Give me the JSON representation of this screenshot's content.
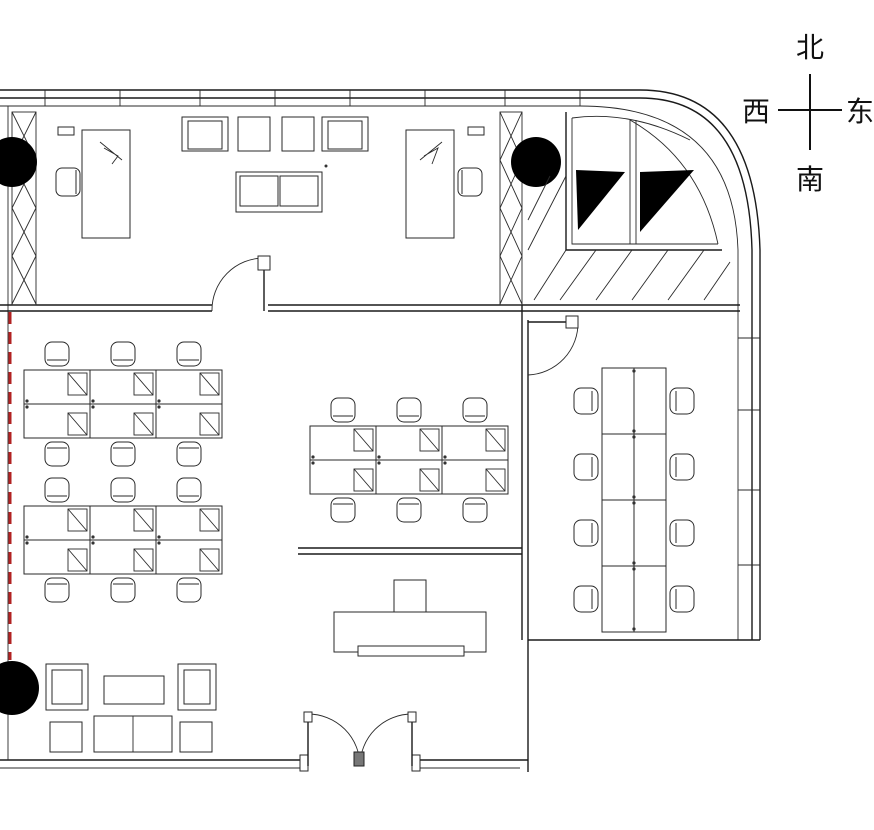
{
  "compass": {
    "north": "北",
    "south": "南",
    "west": "西",
    "east": "东"
  },
  "colors": {
    "line": "#1a1a1a",
    "column": "#000000",
    "dashed_boundary": "#b22222"
  },
  "icons": [
    "compass-rose-icon",
    "door-swing-icon",
    "column-icon",
    "stair-icon"
  ]
}
